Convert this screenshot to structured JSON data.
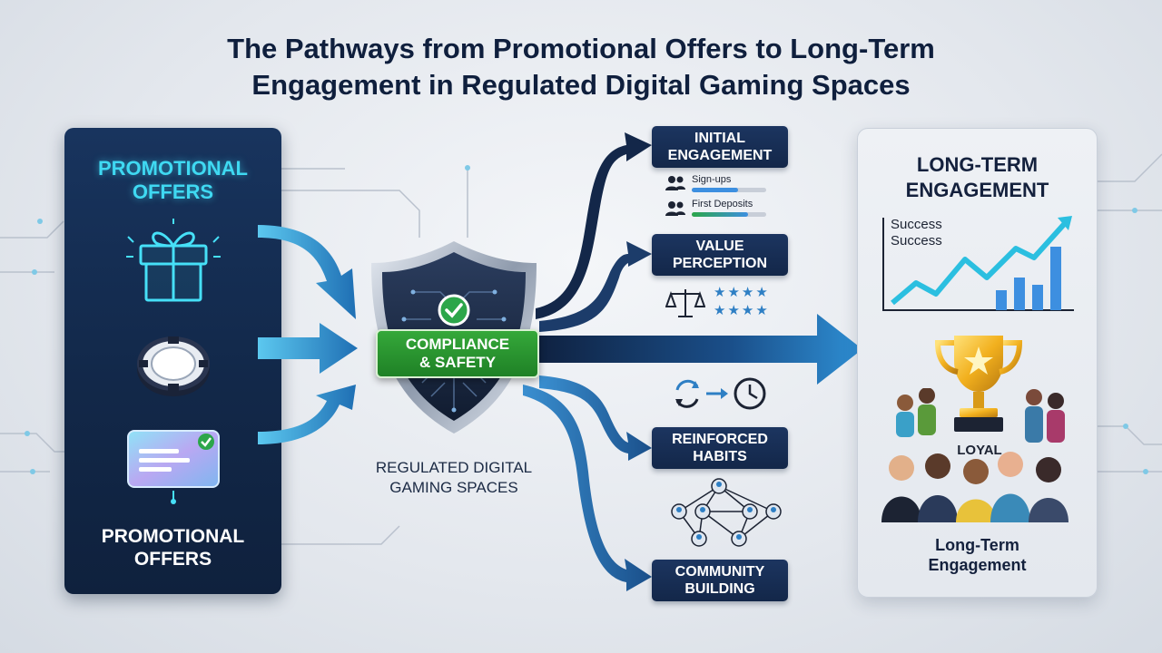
{
  "title_line1": "The Pathways from Promotional Offers to Long-Term",
  "title_line2": "Engagement in Regulated Digital Gaming Spaces",
  "left_panel": {
    "top_label_1": "PROMOTIONAL",
    "top_label_2": "OFFERS",
    "bottom_label_1": "PROMOTIONAL",
    "bottom_label_2": "OFFERS",
    "icons": [
      "gift-icon",
      "casino-chip-icon",
      "bonus-card-icon"
    ]
  },
  "center": {
    "badge_line1": "COMPLIANCE",
    "badge_line2": "& SAFETY",
    "label_line1": "REGULATED DIGITAL",
    "label_line2": "GAMING SPACES"
  },
  "stages": [
    {
      "line1": "INITIAL",
      "line2": "ENGAGEMENT"
    },
    {
      "line1": "VALUE",
      "line2": "PERCEPTION"
    },
    {
      "line1": "REINFORCED",
      "line2": "HABITS"
    },
    {
      "line1": "COMMUNITY",
      "line2": "BUILDING"
    }
  ],
  "metrics": {
    "signups_label": "Sign-ups",
    "signups_level": 0.62,
    "deposits_label": "First Deposits",
    "deposits_level": 0.75,
    "rating_icon": "scales-icon",
    "stars_row1": 4,
    "stars_row2": 4
  },
  "right_panel": {
    "title_line1": "LONG-TERM",
    "title_line2": "ENGAGEMENT",
    "chart_label_1": "Success",
    "chart_label_2": "Success",
    "loyal_label": "LOYAL",
    "bottom_line1": "Long-Term",
    "bottom_line2": "Engagement"
  },
  "colors": {
    "navy": "#132749",
    "cyan_glow": "#3fd9f2",
    "arrow_blue": "#2f7fc1",
    "compliance_green": "#2a9432",
    "gold": "#f2b01e"
  }
}
